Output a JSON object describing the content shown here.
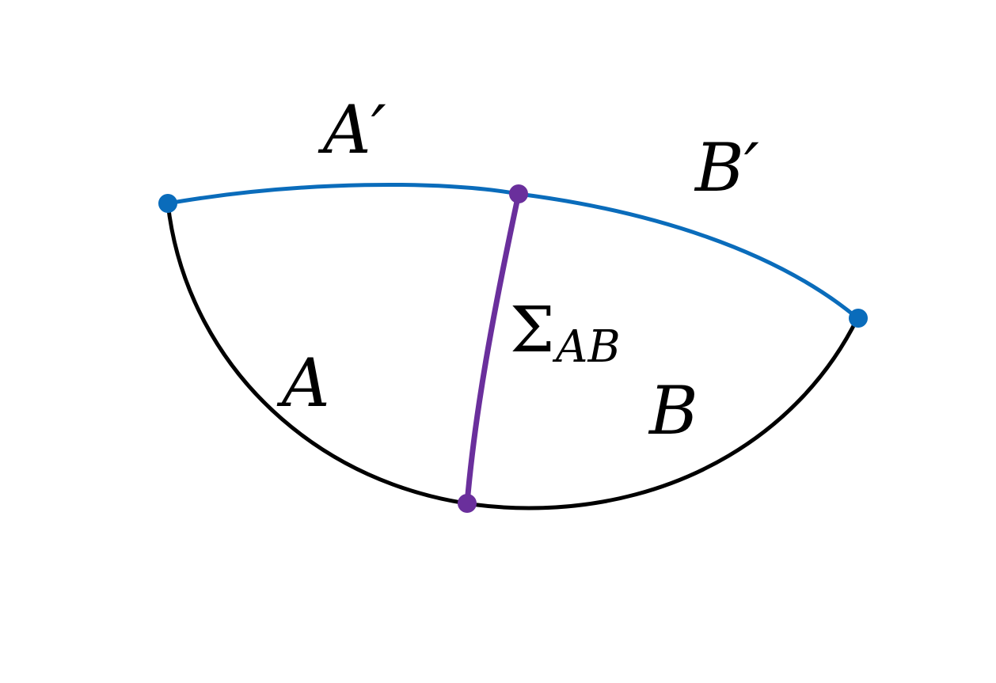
{
  "colors": {
    "boundary_top": "#0a6cbb",
    "boundary_bottom": "#000000",
    "surface": "#6a2f9c",
    "background": "#ffffff"
  },
  "labels": {
    "a_prime": "A′",
    "b_prime": "B′",
    "a": "A",
    "b": "B",
    "sigma_symbol": "Σ",
    "sigma_subscript": "AB"
  }
}
